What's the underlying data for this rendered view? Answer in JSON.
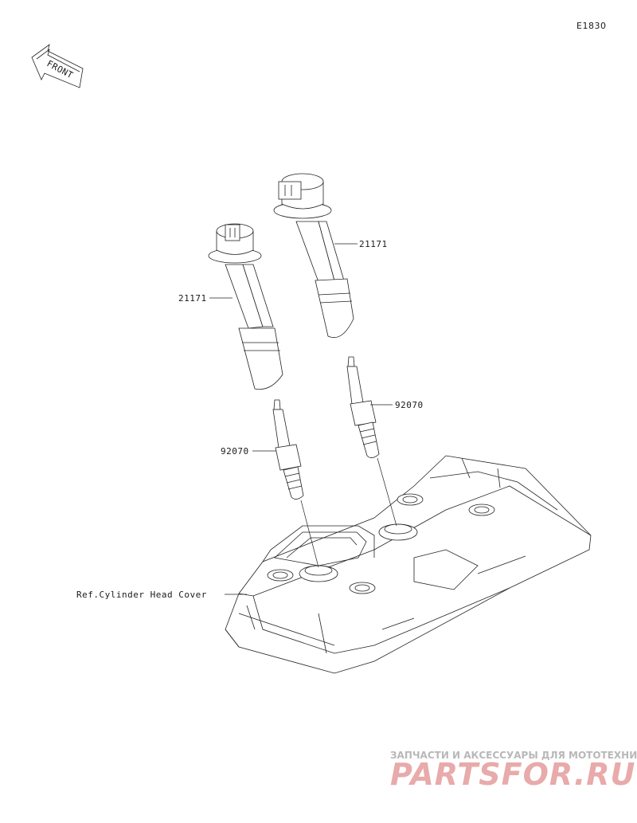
{
  "diagram_code": "E1830",
  "front_marker": "FRONT",
  "parts": [
    {
      "part_number": "21171",
      "kind": "ignition-coil"
    },
    {
      "part_number": "21171",
      "kind": "ignition-coil"
    },
    {
      "part_number": "92070",
      "kind": "spark-plug"
    },
    {
      "part_number": "92070",
      "kind": "spark-plug"
    }
  ],
  "reference_label": "Ref.Cylinder Head Cover",
  "watermark": {
    "tagline": "ЗАПЧАСТИ И АКСЕССУАРЫ ДЛЯ МОТОТЕХНИКИ",
    "brand": "PARTSFOR.RU"
  }
}
